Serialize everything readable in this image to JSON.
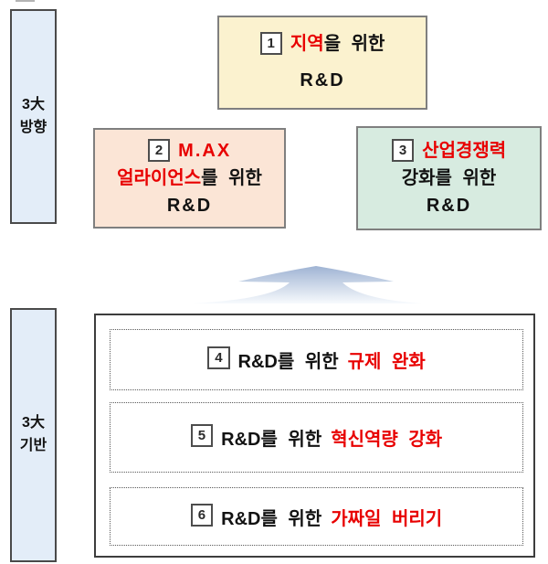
{
  "colors": {
    "accent_red": "#e80000",
    "text_black": "#121212",
    "sidebar_fill": "#e3edf8",
    "sidebar_border": "#4a4a4a",
    "box1_fill": "#fbf2cf",
    "box2_fill": "#fbe5d6",
    "box3_fill": "#d7ebe0",
    "box_border": "#7f7f7f",
    "outer_border": "#3d3d3d",
    "dotted_border": "#5a5a5a",
    "arrow_top": "#9fb3d3",
    "arrow_bottom": "#f7fafd"
  },
  "sidebar_top": {
    "line1": "3大",
    "line2": "방향"
  },
  "sidebar_bottom": {
    "line1": "3大",
    "line2": "기반"
  },
  "boxes": {
    "b1": {
      "num": "1",
      "l1_red": "지역",
      "l1_black": "을 위한",
      "l2": "R&D"
    },
    "b2": {
      "num": "2",
      "l1_red": "M.AX",
      "l2_red": "얼라이언스",
      "l2_black": "를 위한",
      "l3": "R&D"
    },
    "b3": {
      "num": "3",
      "l1_red": "산업경쟁력",
      "l2_black": "강화를 위한",
      "l3": "R&D"
    }
  },
  "rows": [
    {
      "num": "4",
      "black": "R&D를 위한",
      "red": "규제 완화"
    },
    {
      "num": "5",
      "black": "R&D를 위한",
      "red": "혁신역량 강화"
    },
    {
      "num": "6",
      "black": "R&D를 위한",
      "red": "가짜일 버리기"
    }
  ]
}
